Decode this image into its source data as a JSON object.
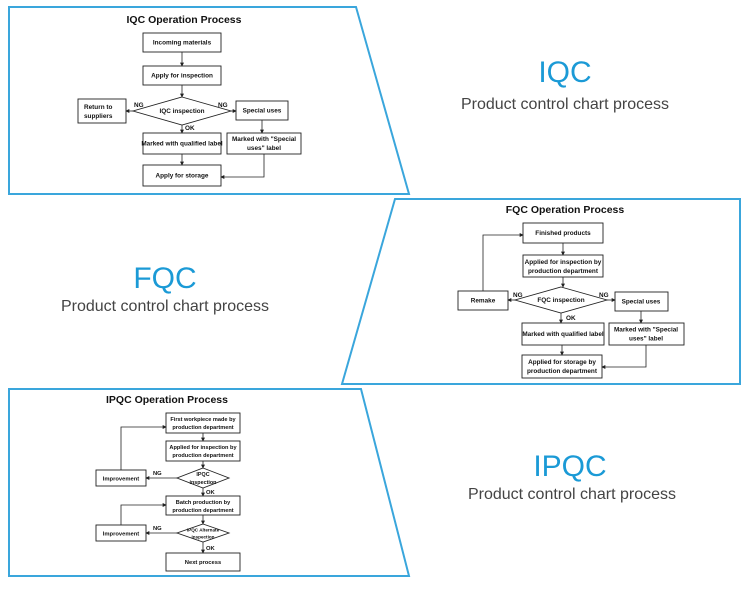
{
  "sections": {
    "iqc": {
      "heading": "IQC",
      "subheading": "Product control chart process",
      "chart_title": "IQC Operation Process",
      "nodes": {
        "incoming": "Incoming materials",
        "apply": "Apply for inspection",
        "inspection": "IQC inspection",
        "return_1": "Return to",
        "return_2": "suppliers",
        "special": "Special uses",
        "qualified": "Marked with qualified label",
        "special_label_1": "Marked with \"Special",
        "special_label_2": "uses\" label",
        "storage": "Apply for storage"
      },
      "edges": {
        "ng_left": "NG",
        "ng_right": "NG",
        "ok": "OK"
      }
    },
    "fqc": {
      "heading": "FQC",
      "subheading": "Product control chart process",
      "chart_title": "FQC Operation Process",
      "nodes": {
        "finished": "Finished products",
        "applied_1": "Applied for inspection by",
        "applied_2": "production department",
        "inspection": "FQC inspection",
        "remake": "Remake",
        "special": "Special uses",
        "qualified": "Marked with qualified label",
        "special_label_1": "Marked with \"Special",
        "special_label_2": "uses\" label",
        "storage_1": "Applied for storage by",
        "storage_2": "production department"
      },
      "edges": {
        "ng_left": "NG",
        "ng_right": "NG",
        "ok": "OK"
      }
    },
    "ipqc": {
      "heading": "IPQC",
      "subheading": "Product control chart process",
      "chart_title": "IPQC Operation Process",
      "nodes": {
        "first_1": "First workpiece made by",
        "first_2": "production department",
        "applied_1": "Applied for inspection by",
        "applied_2": "production department",
        "inspection_1": "IPQC",
        "inspection_2": "inspection",
        "improvement_1": "Improvement",
        "batch_1": "Batch production by",
        "batch_2": "production department",
        "alt_inspection_1": "IPQC Alternate",
        "alt_inspection_2": "inspection",
        "improvement_2": "Improvement",
        "next": "Next process"
      },
      "edges": {
        "ng_1": "NG",
        "ok_1": "OK",
        "ng_2": "NG",
        "ok_2": "OK"
      }
    }
  },
  "colors": {
    "accent": "#1b9ad6",
    "frame": "#3aa6dc",
    "line": "#222222"
  }
}
